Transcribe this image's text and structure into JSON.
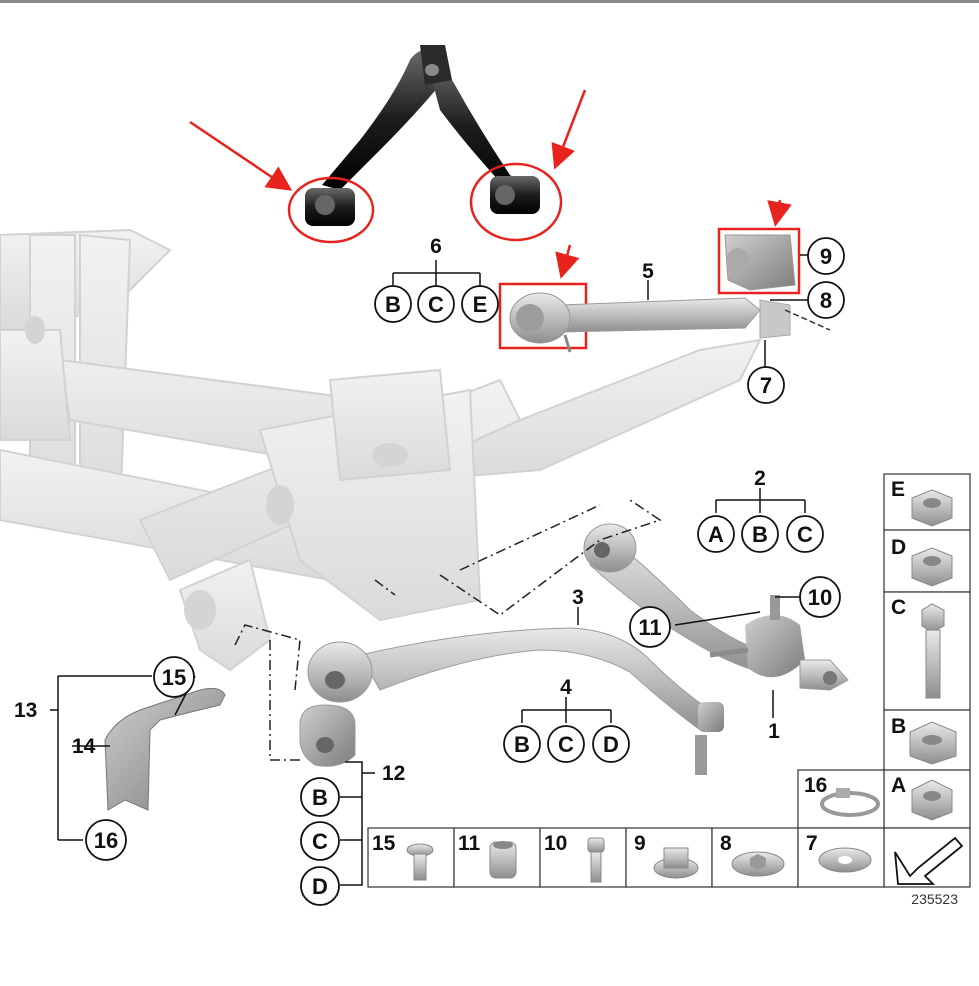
{
  "diagram": {
    "figure_number": "235523",
    "labels": {
      "n1": "1",
      "n2": "2",
      "n3": "3",
      "n4": "4",
      "n5": "5",
      "n6": "6",
      "n7": "7",
      "n8": "8",
      "n9": "9",
      "n10": "10",
      "n11": "11",
      "n12": "12",
      "n13": "13",
      "n14": "14",
      "n15": "15",
      "n16": "16",
      "B": "B",
      "C": "C",
      "D": "D",
      "E": "E",
      "A": "A"
    },
    "parts_table": {
      "right_column": [
        "E",
        "D",
        "C",
        "B",
        "A"
      ],
      "bottom_row": [
        "16",
        "15",
        "11",
        "10",
        "9",
        "8",
        "7"
      ]
    },
    "annotation_color": "#e8231d",
    "frame_color": "#e6e6e6",
    "part_color": "#b8b8b8"
  }
}
